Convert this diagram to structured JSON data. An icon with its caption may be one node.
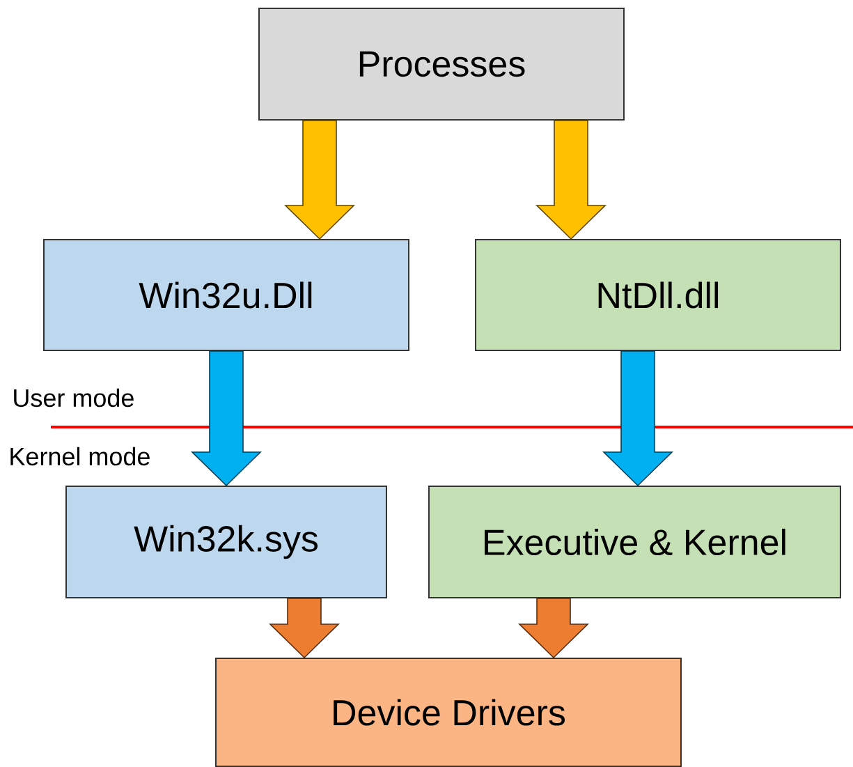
{
  "diagram": {
    "nodes": [
      {
        "text": [
          "Processes"
        ]
      },
      {
        "text": [
          "Win32u.Dll"
        ]
      },
      {
        "text": [
          "NtDll.dll"
        ]
      },
      {
        "text": [
          "Win32k.sys"
        ]
      },
      {
        "text": [
          "Executive & Kernel"
        ]
      },
      {
        "text": [
          "Device Drivers"
        ]
      }
    ],
    "edges": [
      {
        "from": 0,
        "to": 1,
        "arrow": "to",
        "color": "#ffc000"
      },
      {
        "from": 0,
        "to": 2,
        "arrow": "to",
        "color": "#ffc000"
      },
      {
        "from": 1,
        "to": 3,
        "arrow": "to",
        "color": "#00b0f0"
      },
      {
        "from": 2,
        "to": 4,
        "arrow": "to",
        "color": "#00b0f0"
      },
      {
        "from": 3,
        "to": 5,
        "arrow": "to",
        "color": "#ed7d31"
      },
      {
        "from": 4,
        "to": 5,
        "arrow": "to",
        "color": "#ed7d31"
      }
    ],
    "labels": [
      "User mode",
      "Kernel mode"
    ]
  }
}
